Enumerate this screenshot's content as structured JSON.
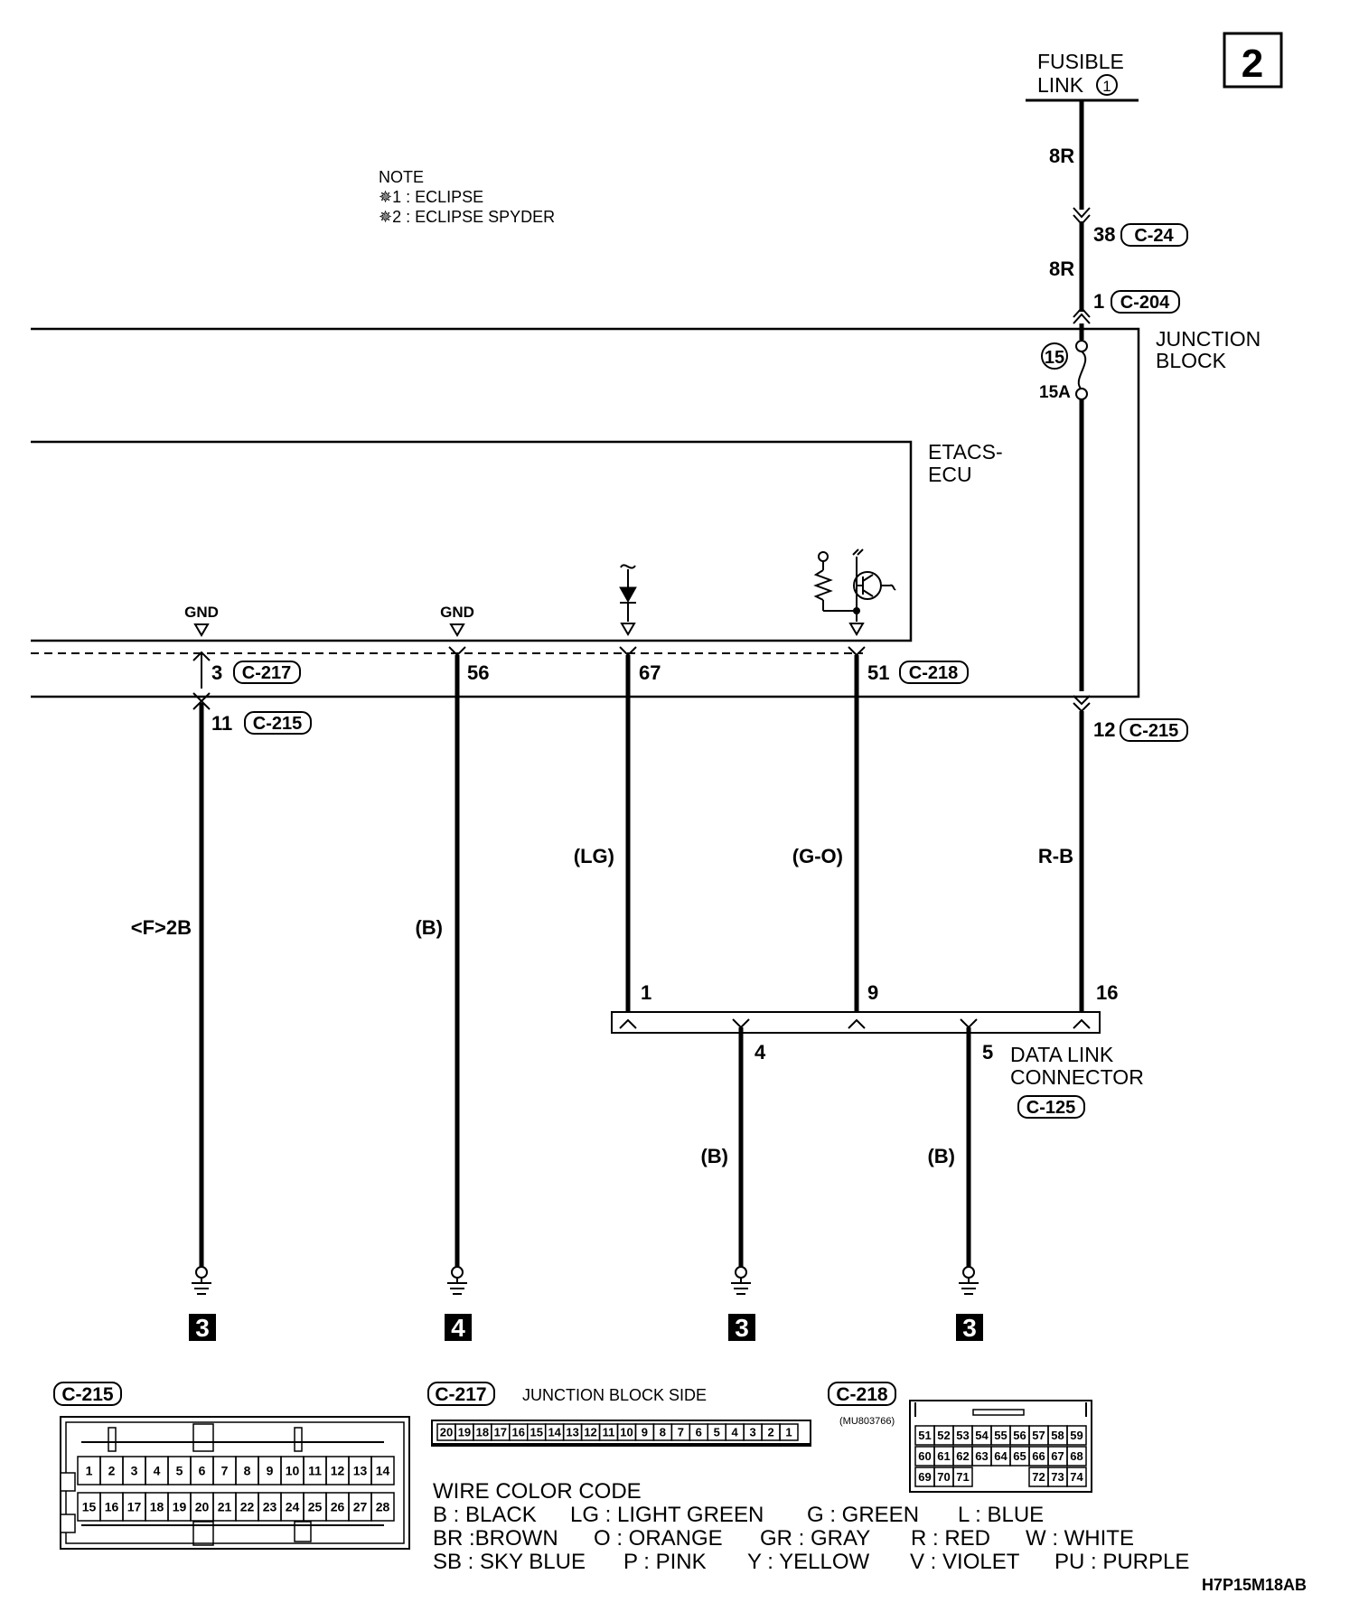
{
  "page_number": "2",
  "diagram_id": "H7P15M18AB",
  "fusible_link": {
    "line1": "FUSIBLE",
    "line2": "LINK",
    "num": "1"
  },
  "note": {
    "title": "NOTE",
    "n1": "✵1 : ECLIPSE",
    "n2": "✵2 : ECLIPSE SPYDER"
  },
  "junction_block": {
    "line1": "JUNCTION",
    "line2": "BLOCK",
    "fuse_num": "15",
    "fuse_rating": "15A"
  },
  "etacs": {
    "line1": "ETACS-",
    "line2": "ECU"
  },
  "gnd_label": "GND",
  "top_wire": {
    "color1": "8R",
    "pin1": "38",
    "conn1": "C-24",
    "color2": "8R",
    "pin2": "1",
    "conn2": "C-204"
  },
  "pins": {
    "p3": "3",
    "c217": "C-217",
    "p11": "11",
    "c215": "C-215",
    "p56": "56",
    "p67": "67",
    "p51": "51",
    "c218": "C-218",
    "p12": "12",
    "c215b": "C-215"
  },
  "wire_colors": {
    "w1": "<F>2B",
    "w2": "(B)",
    "w3": "(LG)",
    "w4": "(G-O)",
    "w5": "R-B",
    "w6": "(B)",
    "w7": "(B)"
  },
  "dlc": {
    "line1": "DATA LINK",
    "line2": "CONNECTOR",
    "conn": "C-125",
    "p1": "1",
    "p9": "9",
    "p16": "16",
    "p4": "4",
    "p5": "5"
  },
  "grounds": {
    "g1": "3",
    "g2": "4",
    "g3": "3",
    "g4": "3"
  },
  "c215_view": {
    "label": "C-215",
    "row1": [
      "1",
      "2",
      "3",
      "4",
      "5",
      "6",
      "7",
      "8",
      "9",
      "10",
      "11",
      "12",
      "13",
      "14"
    ],
    "row2": [
      "15",
      "16",
      "17",
      "18",
      "19",
      "20",
      "21",
      "22",
      "23",
      "24",
      "25",
      "26",
      "27",
      "28"
    ]
  },
  "c217_view": {
    "label": "C-217",
    "side": "JUNCTION BLOCK SIDE",
    "pins": [
      "20",
      "19",
      "18",
      "17",
      "16",
      "15",
      "14",
      "13",
      "12",
      "11",
      "10",
      "9",
      "8",
      "7",
      "6",
      "5",
      "4",
      "3",
      "2",
      "1"
    ]
  },
  "c218_view": {
    "label": "C-218",
    "part": "(MU803766)",
    "row1": [
      "51",
      "52",
      "53",
      "54",
      "55",
      "56",
      "57",
      "58",
      "59"
    ],
    "row2": [
      "60",
      "61",
      "62",
      "63",
      "64",
      "65",
      "66",
      "67",
      "68"
    ],
    "row3": [
      "69",
      "70",
      "71",
      "72",
      "73",
      "74"
    ]
  },
  "wire_color_code": {
    "title": "WIRE COLOR CODE",
    "line1": [
      "B : BLACK",
      "LG : LIGHT GREEN",
      "G : GREEN",
      "L : BLUE"
    ],
    "line2": [
      "BR :BROWN",
      "O : ORANGE",
      "GR : GRAY",
      "R : RED",
      "W : WHITE"
    ],
    "line3": [
      "SB : SKY BLUE",
      "P : PINK",
      "Y : YELLOW",
      "V : VIOLET",
      "PU : PURPLE"
    ]
  }
}
